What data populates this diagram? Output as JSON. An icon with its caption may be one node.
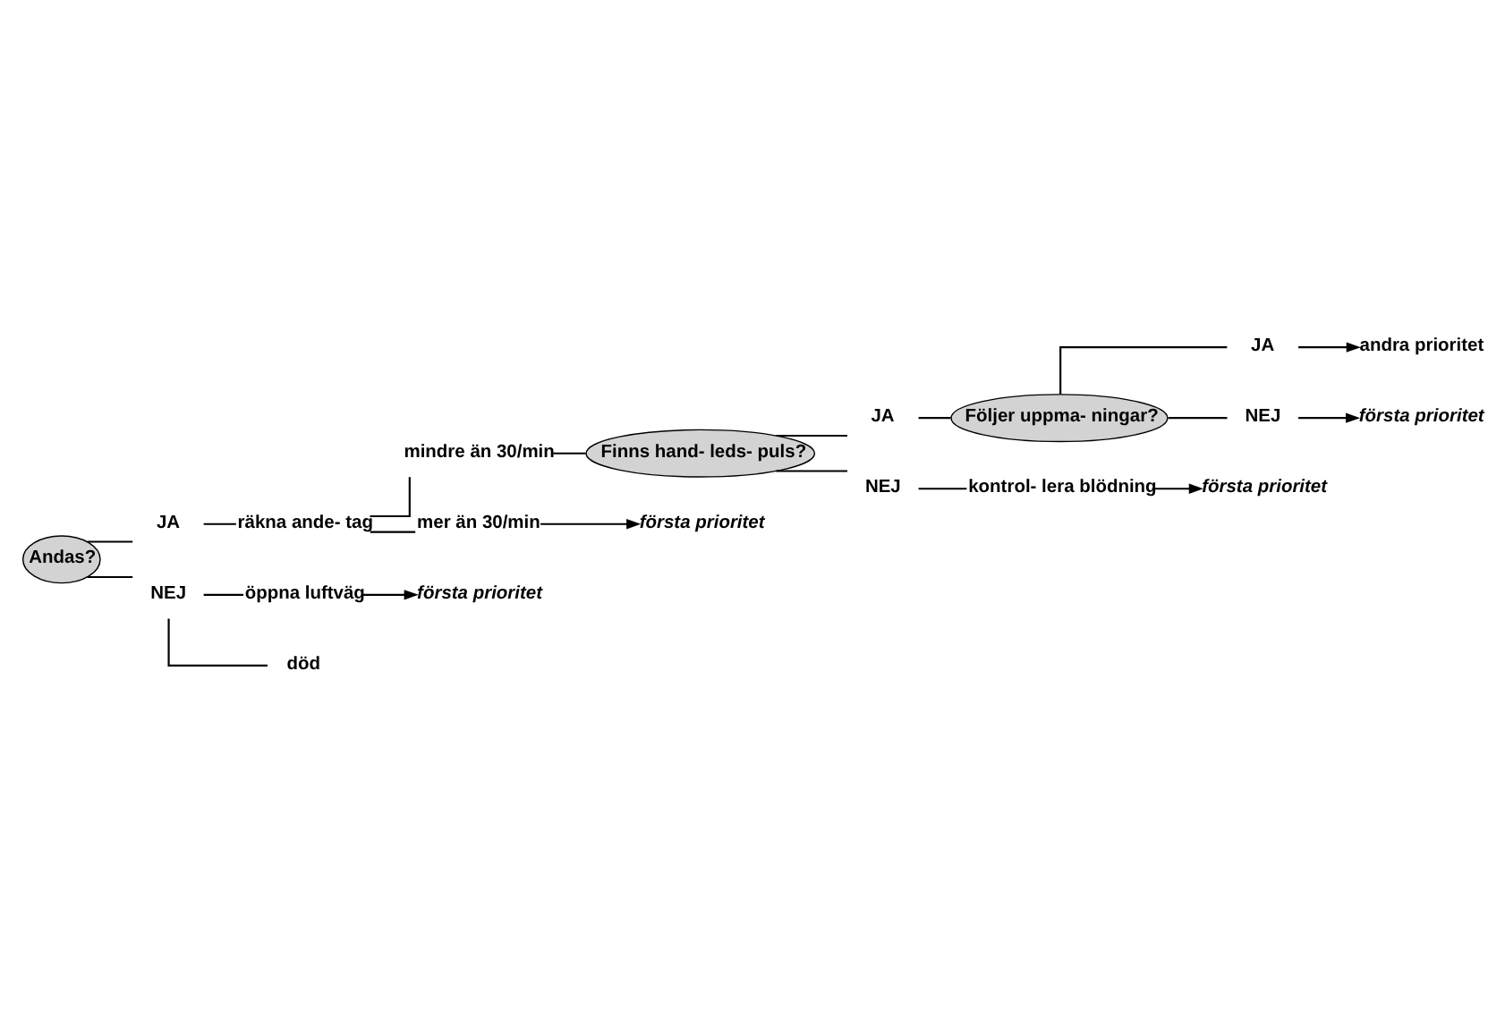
{
  "diagram": {
    "nodes": [
      {
        "text": [
          "Andas?"
        ]
      },
      {
        "text": [
          "JA"
        ]
      },
      {
        "text": [
          "räkna ande- tag"
        ]
      },
      {
        "text": [
          "mindre än 30/min"
        ]
      },
      {
        "text": [
          "Finns hand- leds- puls?"
        ]
      },
      {
        "text": [
          "JA"
        ]
      },
      {
        "text": [
          "Följer uppma- ningar?"
        ]
      },
      {
        "text": [
          "JA"
        ]
      },
      {
        "text": [
          "andra prioritet"
        ]
      },
      {
        "text": [
          "NEJ"
        ]
      },
      {
        "text": [
          "första prioritet"
        ]
      },
      {
        "text": [
          "NEJ"
        ]
      },
      {
        "text": [
          "kontrol- lera blödning"
        ]
      },
      {
        "text": [
          "första prioritet"
        ]
      },
      {
        "text": [
          "mer än 30/min"
        ]
      },
      {
        "text": [
          "första prioritet"
        ]
      },
      {
        "text": [
          "NEJ"
        ]
      },
      {
        "text": [
          "öppna luftväg"
        ]
      },
      {
        "text": [
          "första prioritet"
        ]
      },
      {
        "text": [
          "död"
        ]
      }
    ],
    "edges": [
      {
        "from": 0,
        "to": 1,
        "arrow": "none"
      },
      {
        "from": 1,
        "to": 2,
        "arrow": "none"
      },
      {
        "from": 2,
        "to": 3,
        "arrow": "none"
      },
      {
        "from": 3,
        "to": 4,
        "arrow": "none"
      },
      {
        "from": 4,
        "to": 5,
        "arrow": "none"
      },
      {
        "from": 5,
        "to": 6,
        "arrow": "none"
      },
      {
        "from": 6,
        "to": 7,
        "arrow": "none"
      },
      {
        "from": 7,
        "to": 8,
        "arrow": "to"
      },
      {
        "from": 6,
        "to": 9,
        "arrow": "none"
      },
      {
        "from": 9,
        "to": 10,
        "arrow": "to"
      },
      {
        "from": 4,
        "to": 11,
        "arrow": "none"
      },
      {
        "from": 11,
        "to": 12,
        "arrow": "none"
      },
      {
        "from": 12,
        "to": 13,
        "arrow": "to"
      },
      {
        "from": 2,
        "to": 14,
        "arrow": "none"
      },
      {
        "from": 14,
        "to": 15,
        "arrow": "to"
      },
      {
        "from": 0,
        "to": 16,
        "arrow": "none"
      },
      {
        "from": 16,
        "to": 17,
        "arrow": "none"
      },
      {
        "from": 17,
        "to": 18,
        "arrow": "to"
      },
      {
        "from": 16,
        "to": 19,
        "arrow": "none"
      }
    ]
  }
}
